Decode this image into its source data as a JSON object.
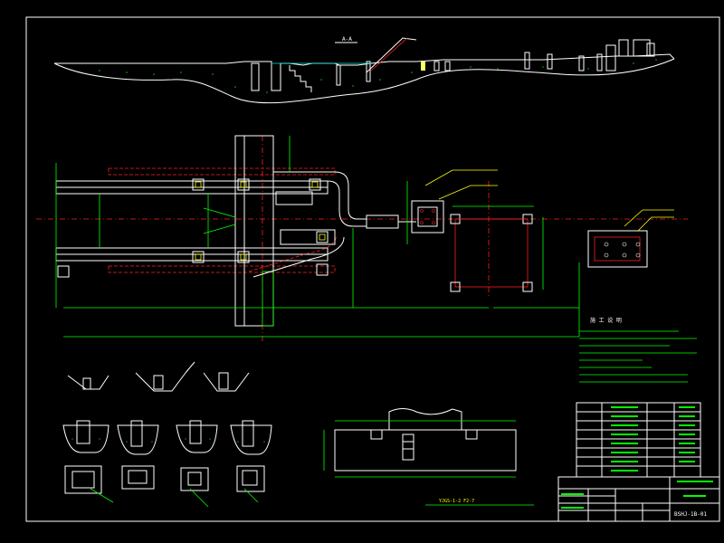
{
  "drawing": {
    "section_label": "A-A",
    "title_block": {
      "drawing_number": "BSHJ-1B-01",
      "sheet_note": "YJGS-1-2 F2-7"
    },
    "notes_heading": "施 工 说 明",
    "table_rows": 8
  },
  "colors": {
    "background": "#000000",
    "frame": "#ffffff",
    "dimension": "#00ff00",
    "centerline": "#ff2020",
    "annotation": "#ffff00",
    "detail": "#00e0e0",
    "callout": "#ff40ff"
  }
}
